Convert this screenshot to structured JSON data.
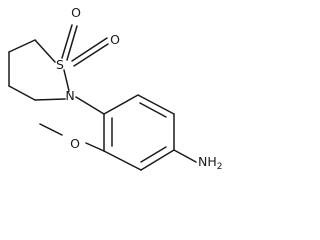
{
  "molecule": {
    "atoms": {
      "sulfur": "S",
      "oxygen_top": "O",
      "oxygen_right": "O",
      "nitrogen": "N",
      "methoxy_oxygen": "O",
      "amine": "NH",
      "amine_subscript": "2"
    }
  }
}
